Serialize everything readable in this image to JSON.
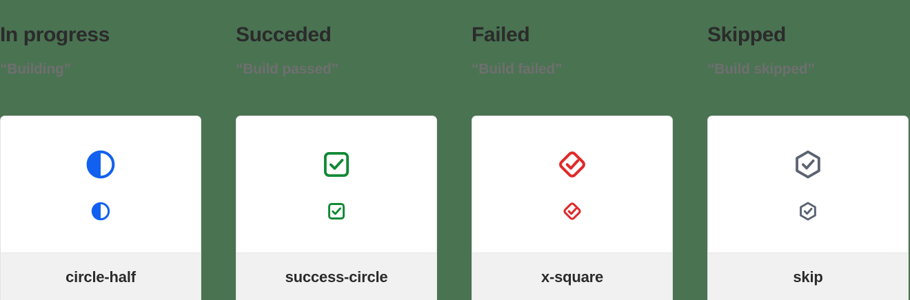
{
  "page": {
    "background_color": "#4a7352",
    "card_background": "#ffffff",
    "card_footer_background": "#f1f1f1",
    "heading_color": "#2b2b2b",
    "subheading_color": "#6f6f6f"
  },
  "columns": [
    {
      "heading": "In progress",
      "subheading": "“Building”",
      "icon_name": "circle-half-icon",
      "icon_label": "circle-half",
      "icon_color": "#1260ef",
      "sizes": {
        "large": 44,
        "small": 28
      }
    },
    {
      "heading": "Succeded",
      "subheading": "“Build passed”",
      "icon_name": "success-circle-icon",
      "icon_label": "success-circle",
      "icon_color": "#108934",
      "sizes": {
        "large": 44,
        "small": 28
      }
    },
    {
      "heading": "Failed",
      "subheading": "“Build failed”",
      "icon_name": "x-square-icon",
      "icon_label": "x-square",
      "icon_color": "#e02a2a",
      "sizes": {
        "large": 46,
        "small": 30
      }
    },
    {
      "heading": "Skipped",
      "subheading": "“Build skipped”",
      "icon_name": "skip-icon",
      "icon_label": "skip",
      "icon_color": "#5c6372",
      "sizes": {
        "large": 46,
        "small": 30
      }
    }
  ]
}
